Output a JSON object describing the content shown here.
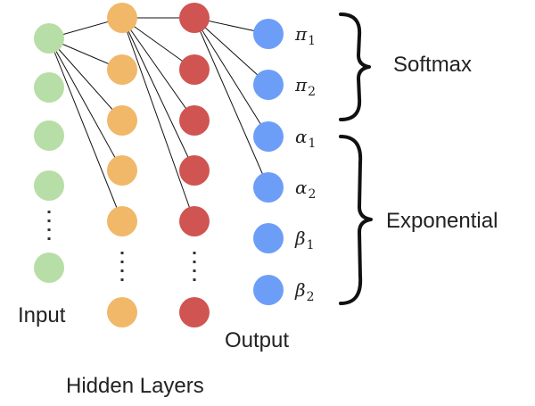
{
  "colors": {
    "input": "#b7dea6",
    "hidden1": "#f0b868",
    "hidden2": "#cf5452",
    "output": "#6d9ef7",
    "edge": "#111111"
  },
  "labels": {
    "input": "Input",
    "hidden": "Hidden Layers",
    "output": "Output"
  },
  "groups": {
    "softmax": "Softmax",
    "exponential": "Exponential"
  },
  "outputs": [
    {
      "symbol": "π",
      "sub": "1"
    },
    {
      "symbol": "π",
      "sub": "2"
    },
    {
      "symbol": "α",
      "sub": "1"
    },
    {
      "symbol": "α",
      "sub": "2"
    },
    {
      "symbol": "β",
      "sub": "1"
    },
    {
      "symbol": "β",
      "sub": "2"
    }
  ]
}
